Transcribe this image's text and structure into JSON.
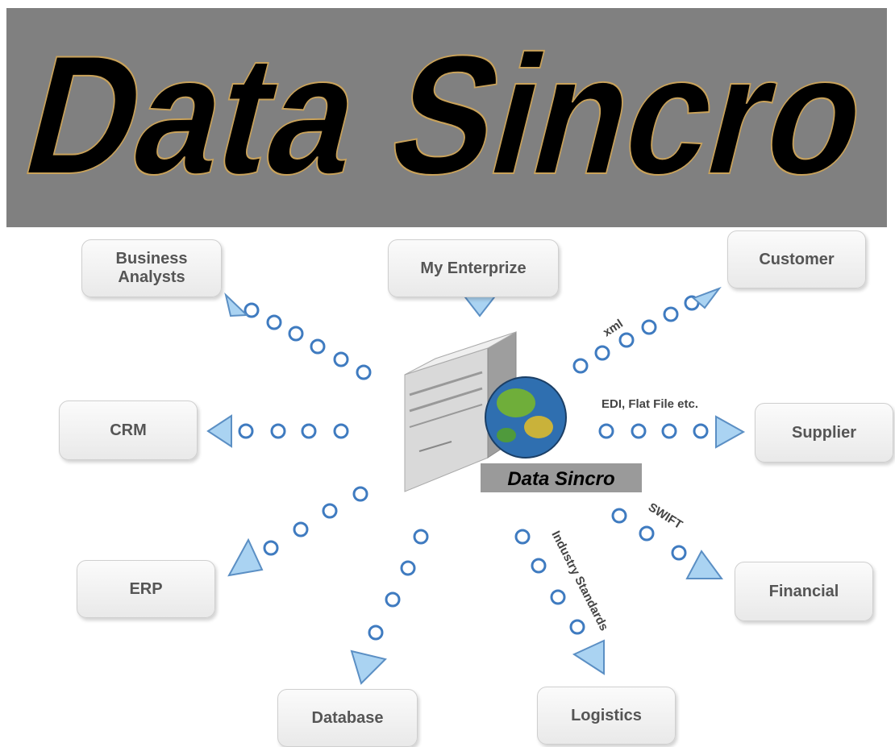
{
  "banner": {
    "title": "Data Sincro",
    "background": "#808080"
  },
  "server": {
    "caption": "Data Sincro"
  },
  "nodes": {
    "business_analysts": "Business\nAnalysts",
    "my_enterprize": "My Enterprize",
    "customer": "Customer",
    "crm": "CRM",
    "supplier": "Supplier",
    "erp": "ERP",
    "financial": "Financial",
    "database": "Database",
    "logistics": "Logistics"
  },
  "connector_labels": {
    "xml": "xml",
    "edi": "EDI, Flat File etc.",
    "swift": "SWIFT",
    "industry": "Industry Standards"
  },
  "colors": {
    "dot_stroke": "#3f7bc0",
    "arrow_fill": "#aad3f2",
    "node_text": "#555555"
  }
}
